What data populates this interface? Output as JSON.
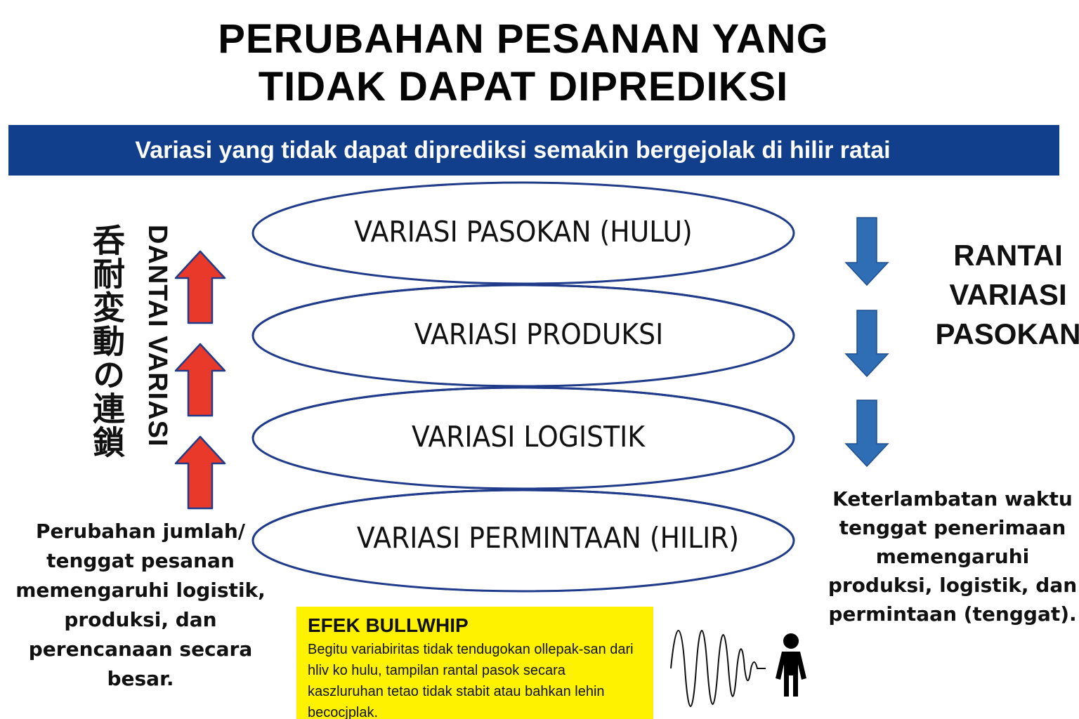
{
  "title": {
    "line1": "PERUBAHAN PESANAN YANG",
    "line2": "TIDAK DAPAT DIPREDIKSI"
  },
  "banner": "Variasi yang tidak dapat diprediksi semakin bergejolak di hilir ratai",
  "layers": [
    {
      "label": "VARIASI PASOKAN (HULU)"
    },
    {
      "label": "VARIASI PRODUKSI"
    },
    {
      "label": "VARIASI LOGISTIK"
    },
    {
      "label": "VARIASI PERMINTAAN (HILIR)"
    }
  ],
  "left_vertical_jp": "呑耐変動の連鎖",
  "left_vertical_label": "DANTAI VARIASI",
  "right_title": {
    "line1": "RANTAI",
    "line2": "VARIASI",
    "line3": "PASOKAN"
  },
  "left_text": "Perubahan jumlah/ tenggat pesanan memengaruhi logistik, produksi, dan perencanaan secara besar.",
  "right_text": "Keterlambatan waktu tenggat penerimaan memengaruhi produksi, logistik, dan permintaan (tenggat).",
  "bullwhip": {
    "title": "EFEK BULLWHIP",
    "body": "Begitu variabiritas tidak tendugokan ollepak-san dari hliv ko hulu, tampilan rantal pasok secara kaszluruhan tetao tidak stabit atau bahkan lehin becocjplak."
  },
  "colors": {
    "banner": "#123f8c",
    "up_arrow_fill": "#e8392a",
    "up_arrow_stroke": "#1f3b8a",
    "down_arrow": "#2f6db5",
    "ellipse_stroke": "#1f3b8a",
    "highlight_box": "#fff200"
  },
  "icons": [
    "red-up-arrow-icon",
    "blue-down-arrow-icon",
    "wave-signal-icon",
    "person-icon"
  ]
}
